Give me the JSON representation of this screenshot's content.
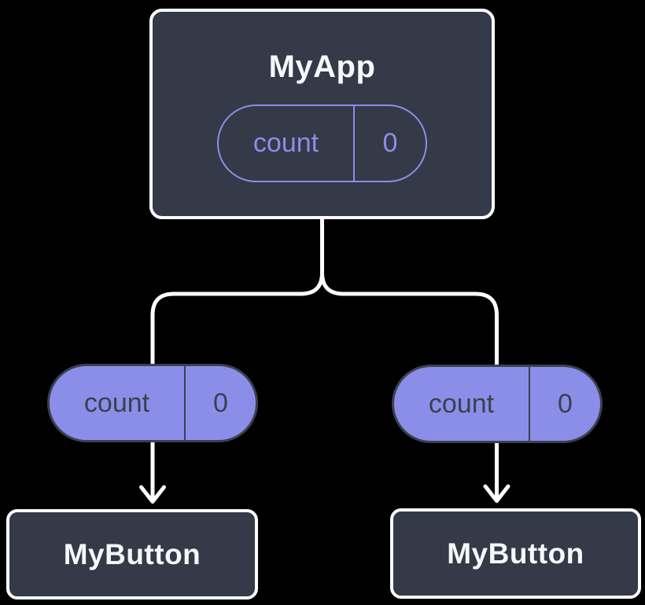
{
  "diagram": {
    "background_color": "#000000",
    "node_fill_color": "#343a47",
    "node_border_color": "#ffffff",
    "node_text_color": "#f6f7f9",
    "pill_fill_color": "#8b8ee9",
    "pill_outline_color": "#8b8ee9",
    "pill_dark_color": "#3a414f",
    "connector_color": "#ffffff",
    "root": {
      "title": "MyApp",
      "state": {
        "name": "count",
        "value": "0"
      }
    },
    "props": [
      {
        "name": "count",
        "value": "0"
      },
      {
        "name": "count",
        "value": "0"
      }
    ],
    "children": [
      {
        "title": "MyButton"
      },
      {
        "title": "MyButton"
      }
    ]
  }
}
